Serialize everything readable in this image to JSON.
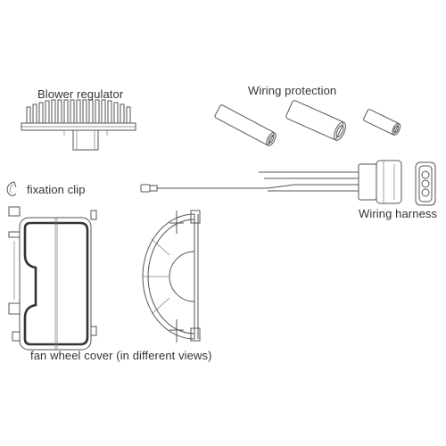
{
  "labels": {
    "blower_regulator": "Blower regulator",
    "wiring_protection": "Wiring protection",
    "fixation_clip": "fixation clip",
    "wiring_harness": "Wiring harness",
    "fan_wheel_cover": "fan wheel cover (in different views)"
  },
  "colors": {
    "line": "#555555",
    "text": "#333333",
    "background": "#ffffff"
  }
}
